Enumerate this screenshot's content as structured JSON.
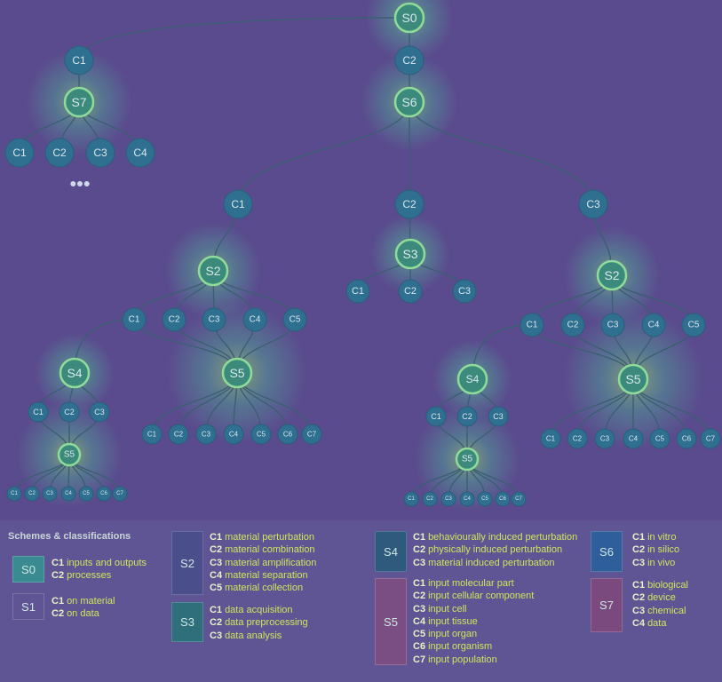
{
  "tree": {
    "root": "S0",
    "ellipsis": "•••",
    "left_branch": {
      "c": "C1",
      "s": "S7",
      "leaves": [
        "C1",
        "C2",
        "C3",
        "C4"
      ]
    },
    "main": {
      "c": "C2",
      "s": "S6"
    },
    "s6_children": [
      "C1",
      "C2",
      "C3"
    ],
    "left_sub": {
      "s": "S2",
      "children": [
        "C1",
        "C2",
        "C3",
        "C4",
        "C5"
      ],
      "s5": "S5",
      "s5_leaves": [
        "C1",
        "C2",
        "C3",
        "C4",
        "C5",
        "C6",
        "C7"
      ]
    },
    "left_s4": {
      "s": "S4",
      "children": [
        "C1",
        "C2",
        "C3"
      ],
      "s5": "S5",
      "s5_leaves": [
        "C1",
        "C2",
        "C3",
        "C4",
        "C5",
        "C6",
        "C7"
      ]
    },
    "mid_sub": {
      "s": "S3",
      "children": [
        "C1",
        "C2",
        "C3"
      ]
    },
    "right_sub": {
      "s": "S2",
      "children": [
        "C1",
        "C2",
        "C3",
        "C4",
        "C5"
      ],
      "s5": "S5",
      "s5_leaves": [
        "C1",
        "C2",
        "C3",
        "C4",
        "C5",
        "C6",
        "C7"
      ]
    },
    "right_s4": {
      "s": "S4",
      "children": [
        "C1",
        "C2",
        "C3"
      ],
      "s5": "S5",
      "s5_leaves": [
        "C1",
        "C2",
        "C3",
        "C4",
        "C5",
        "C6",
        "C7"
      ]
    }
  },
  "legend": {
    "title": "Schemes & classifications",
    "colors": {
      "S0": "#3a8a92",
      "S1": "#5f5594",
      "S2": "#4a4f8c",
      "S3": "#2f6f7c",
      "S4": "#2e5a7e",
      "S5": "#7a4e82",
      "S6": "#2f5f9a",
      "S7": "#7a4a7e"
    },
    "schemes": [
      {
        "id": "S0",
        "items": [
          {
            "code": "C1",
            "text": "inputs and outputs"
          },
          {
            "code": "C2",
            "text": "processes"
          }
        ]
      },
      {
        "id": "S1",
        "items": [
          {
            "code": "C1",
            "text": "on material"
          },
          {
            "code": "C2",
            "text": "on data"
          }
        ]
      },
      {
        "id": "S2",
        "items": [
          {
            "code": "C1",
            "text": "material perturbation"
          },
          {
            "code": "C2",
            "text": "material combination"
          },
          {
            "code": "C3",
            "text": "material amplification"
          },
          {
            "code": "C4",
            "text": "material separation"
          },
          {
            "code": "C5",
            "text": "material collection"
          }
        ]
      },
      {
        "id": "S3",
        "items": [
          {
            "code": "C1",
            "text": "data acquisition"
          },
          {
            "code": "C2",
            "text": "data preprocessing"
          },
          {
            "code": "C3",
            "text": "data analysis"
          }
        ]
      },
      {
        "id": "S4",
        "items": [
          {
            "code": "C1",
            "text": "behaviourally induced perturbation"
          },
          {
            "code": "C2",
            "text": "physically induced perturbation"
          },
          {
            "code": "C3",
            "text": "material induced perturbation"
          }
        ]
      },
      {
        "id": "S5",
        "items": [
          {
            "code": "C1",
            "text": "input molecular part"
          },
          {
            "code": "C2",
            "text": "input cellular component"
          },
          {
            "code": "C3",
            "text": "input cell"
          },
          {
            "code": "C4",
            "text": "input tissue"
          },
          {
            "code": "C5",
            "text": "input organ"
          },
          {
            "code": "C6",
            "text": "input organism"
          },
          {
            "code": "C7",
            "text": "input population"
          }
        ]
      },
      {
        "id": "S6",
        "items": [
          {
            "code": "C1",
            "text": "in vitro"
          },
          {
            "code": "C2",
            "text": "in silico"
          },
          {
            "code": "C3",
            "text": "in vivo"
          }
        ]
      },
      {
        "id": "S7",
        "items": [
          {
            "code": "C1",
            "text": "biological"
          },
          {
            "code": "C2",
            "text": "device"
          },
          {
            "code": "C3",
            "text": "chemical"
          },
          {
            "code": "C4",
            "text": "data"
          }
        ]
      }
    ]
  }
}
